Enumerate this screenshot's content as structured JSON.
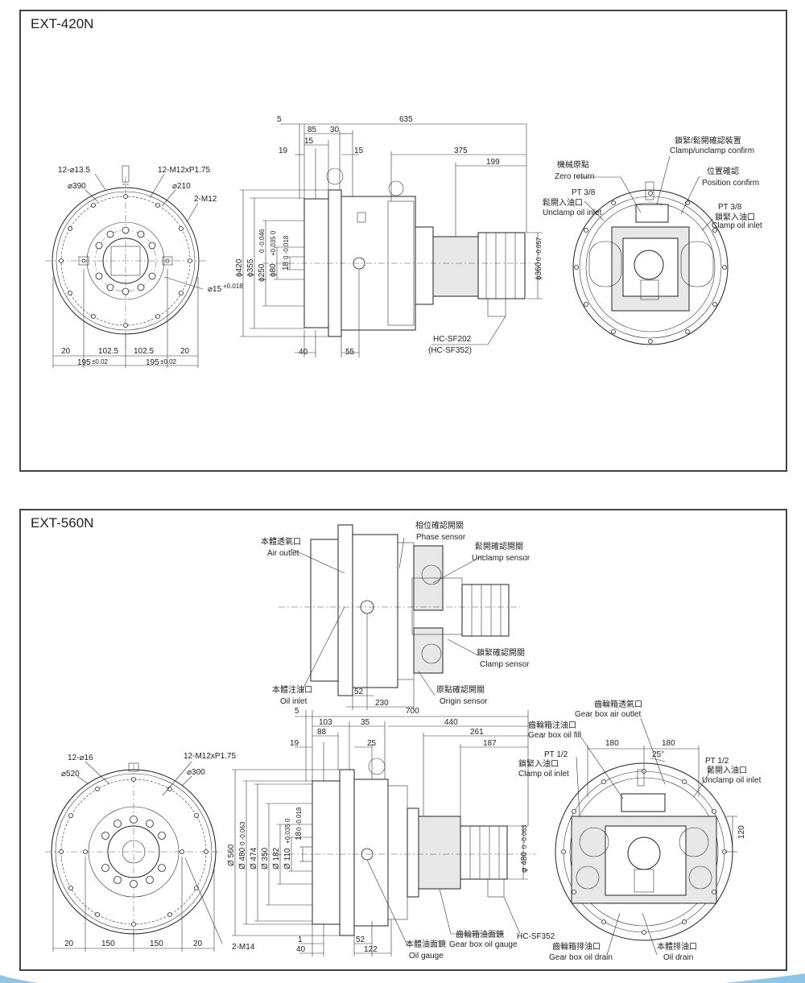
{
  "panels": [
    {
      "title": "EXT-420N",
      "front_view": {
        "labels": [
          "12-⌀13.5",
          "⌀390",
          "12-M12xP1.75",
          "⌀210",
          "2-M12",
          "⌀15"
        ],
        "tol_15": "+0.018",
        "bottom_dims": [
          "20",
          "102.5",
          "102.5",
          "20"
        ],
        "bottom_195": "195",
        "tol_195": "±0.02"
      },
      "side_view": {
        "top_dims": [
          "5",
          "85",
          "30",
          "635",
          "15",
          "19",
          "15",
          "375",
          "199"
        ],
        "vert_dims": [
          "ϕ420",
          "ϕ355",
          "ϕ250",
          "ϕ80",
          "18"
        ],
        "tol_250": "0 -0.046",
        "tol_80": "+0.035 0",
        "tol_18": "0 -0.018",
        "right_dim": "ϕ360",
        "tol_360": "0 -0.057",
        "bottom_dims": [
          "40",
          "55"
        ],
        "motor_label": [
          "HC-SF202",
          "(HC-SF352)"
        ]
      },
      "rear_view": {
        "callouts": [
          {
            "zh": "鎖緊/鬆開確認裝置",
            "en": "Clamp/unclamp confirm"
          },
          {
            "zh": "機械原點",
            "en": "Zero return"
          },
          {
            "zh": "位置確認",
            "en": "Position confirm"
          },
          {
            "zh": "PT 3/8",
            "en": ""
          },
          {
            "zh": "鬆開入油口",
            "en": "Unclamp oil inlet"
          },
          {
            "zh": "PT 3/8",
            "en": ""
          },
          {
            "zh": "鎖緊入油口",
            "en": "Clamp oil inlet"
          }
        ]
      }
    },
    {
      "title": "EXT-560N",
      "top_view": {
        "callouts": [
          {
            "zh": "相位確認開關",
            "en": "Phase sensor"
          },
          {
            "zh": "本體透氣口",
            "en": "Air outlet"
          },
          {
            "zh": "鬆開確認開關",
            "en": "Unclamp sensor"
          },
          {
            "zh": "鎖緊確認開關",
            "en": "Clamp sensor"
          },
          {
            "zh": "本體注油口",
            "en": "Oil inlet"
          },
          {
            "zh": "原點確認開關",
            "en": "Origin sensor"
          }
        ],
        "dims": [
          "52",
          "230"
        ]
      },
      "front_view": {
        "labels": [
          "12-⌀16",
          "12-M12xP1.75",
          "⌀520",
          "⌀300"
        ],
        "bottom_dims": [
          "20",
          "150",
          "150",
          "20"
        ],
        "hole_label": "2-M14"
      },
      "side_view": {
        "top_dims": [
          "5",
          "700",
          "103",
          "35",
          "440",
          "88",
          "261",
          "19",
          "25",
          "187"
        ],
        "vert_dims": [
          "Ø 560",
          "Ø 480",
          "Ø 474",
          "Ø 350",
          "Ø 182",
          "Ø 110",
          "18"
        ],
        "tol_480": "0 -0.063",
        "tol_110": "+0.035 0",
        "tol_18": "0 -0.018",
        "right_dim": "φ 480",
        "tol_right": "0 -0.063",
        "bottom_dims": [
          "1",
          "40",
          "52",
          "122"
        ],
        "callouts": [
          {
            "zh": "本體油面鏡",
            "en": "Oil gauge"
          },
          {
            "zh": "齒輪箱油面鏡",
            "en": "Gear box oil gauge"
          },
          {
            "zh": "",
            "en": "HC-SF352"
          }
        ]
      },
      "rear_view": {
        "callouts": [
          {
            "zh": "齒輪箱透氣口",
            "en": "Gear box air outlet"
          },
          {
            "zh": "齒輪箱注油口",
            "en": "Gear box oil fill"
          },
          {
            "zh": "PT 1/2",
            "en": ""
          },
          {
            "zh": "鎖緊入油口",
            "en": "Clamp oil inlet"
          },
          {
            "zh": "PT 1/2",
            "en": ""
          },
          {
            "zh": "鬆開入油口",
            "en": "Unclamp oil inlet"
          },
          {
            "zh": "齒輪箱排油口",
            "en": "Gear box oil drain"
          },
          {
            "zh": "本體排油口",
            "en": "Oil drain"
          }
        ],
        "dims": [
          "180",
          "180",
          "25°",
          "120"
        ]
      }
    }
  ]
}
